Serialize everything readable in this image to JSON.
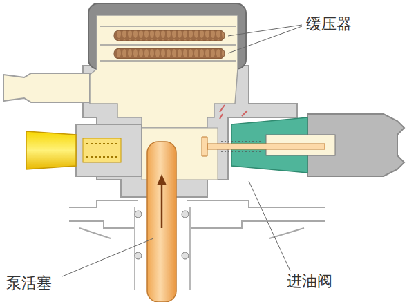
{
  "diagram": {
    "labels": [
      "缓压器",
      "泵活塞",
      "进油阀"
    ]
  }
}
